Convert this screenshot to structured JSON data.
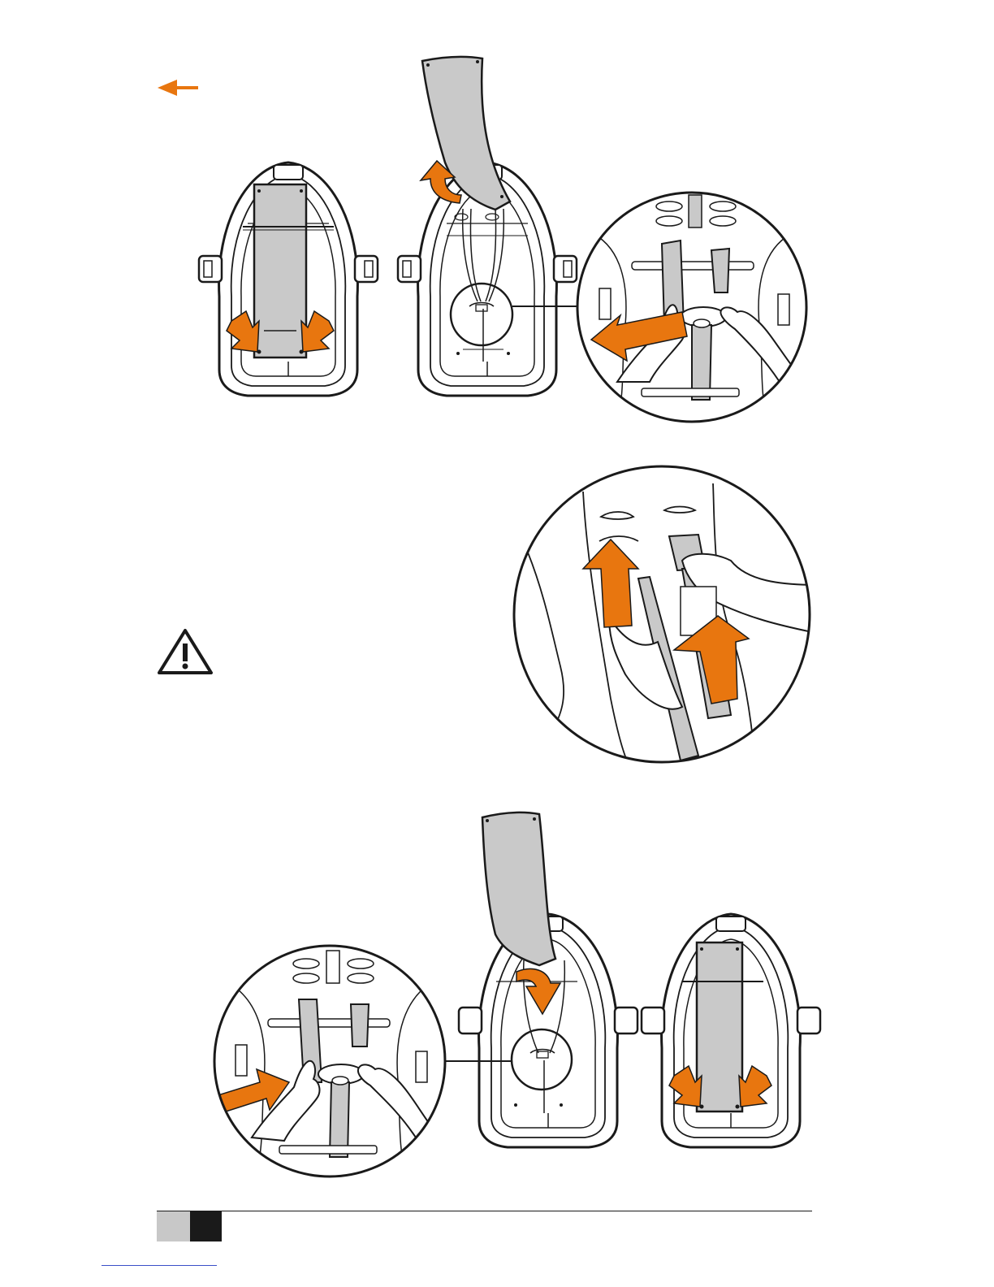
{
  "page": {
    "title": "",
    "language": "",
    "orange": "#e8760f",
    "strap_gray": "#c9c9c9",
    "line": "#1a1a1a"
  },
  "figures": [
    {
      "name": "step-remove-insert",
      "icons": [
        "seat-insert-pad",
        "release-arrows",
        "lift-arrow",
        "buckle-detail-circle"
      ]
    },
    {
      "name": "step-thread-straps",
      "icons": [
        "strap-slot-detail-circle",
        "push-up-arrows",
        "warning-triangle-icon"
      ]
    },
    {
      "name": "step-reinstall-insert",
      "icons": [
        "buckle-detail-circle",
        "lower-arrow",
        "seat-insert-pad",
        "press-arrows"
      ]
    }
  ],
  "markers": {
    "back_arrow": "left-arrow-icon",
    "warning": "warning-icon"
  },
  "footer": {
    "page_tabs": [
      "",
      ""
    ]
  }
}
